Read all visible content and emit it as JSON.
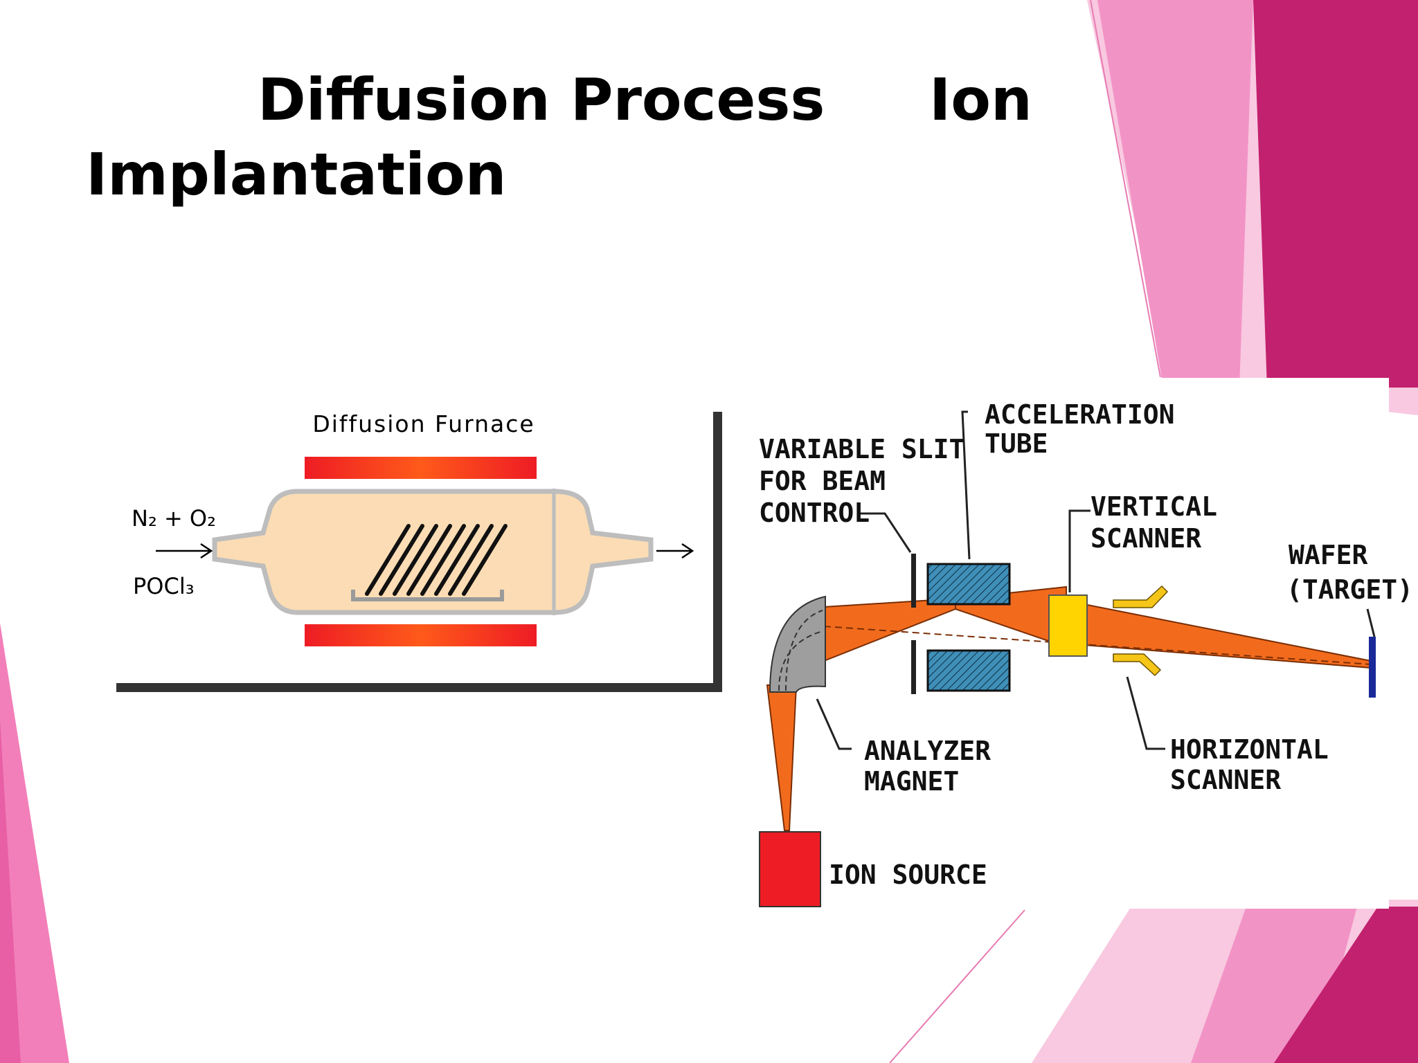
{
  "title": {
    "part1": "Diffusion Process",
    "part2": "Ion",
    "part3": "Implantation"
  },
  "diffusion": {
    "furnace_label": "Diffusion Furnace",
    "gas_in_top": "N₂ + O₂",
    "gas_in_bottom": "POCl₃"
  },
  "ion_implantation": {
    "labels": {
      "acceleration_1": "ACCELERATION",
      "acceleration_2": "TUBE",
      "slit_1": "VARIABLE SLIT",
      "slit_2": "FOR BEAM",
      "slit_3": "CONTROL",
      "vertical_1": "VERTICAL",
      "vertical_2": "SCANNER",
      "wafer_1": "WAFER",
      "wafer_2": "(TARGET)",
      "analyzer_1": "ANALYZER",
      "analyzer_2": "MAGNET",
      "horizontal_1": "HORIZONTAL",
      "horizontal_2": "SCANNER",
      "ion_source": "ION SOURCE"
    }
  },
  "colors": {
    "heater_red": "#ee1c24",
    "tube_fill": "#fbdcb4",
    "beam_orange": "#f26b1d",
    "scanner_yellow": "#ffd400",
    "accent_magenta": "#c2216f",
    "accent_pink": "#f293c6",
    "wafer_blue": "#1a2a99",
    "accel_blue": "#3f8fb8"
  }
}
